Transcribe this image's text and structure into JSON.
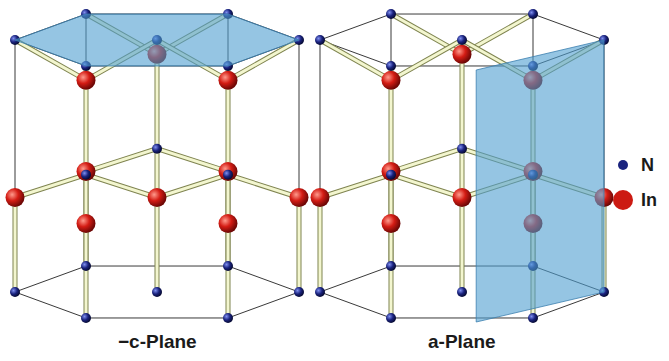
{
  "diagram": {
    "labels": [
      "−c-Plane",
      "a-Plane"
    ],
    "legend": [
      {
        "text": "N",
        "color": "#1a237e"
      },
      {
        "text": "In",
        "color": "#cc1a12"
      }
    ]
  }
}
